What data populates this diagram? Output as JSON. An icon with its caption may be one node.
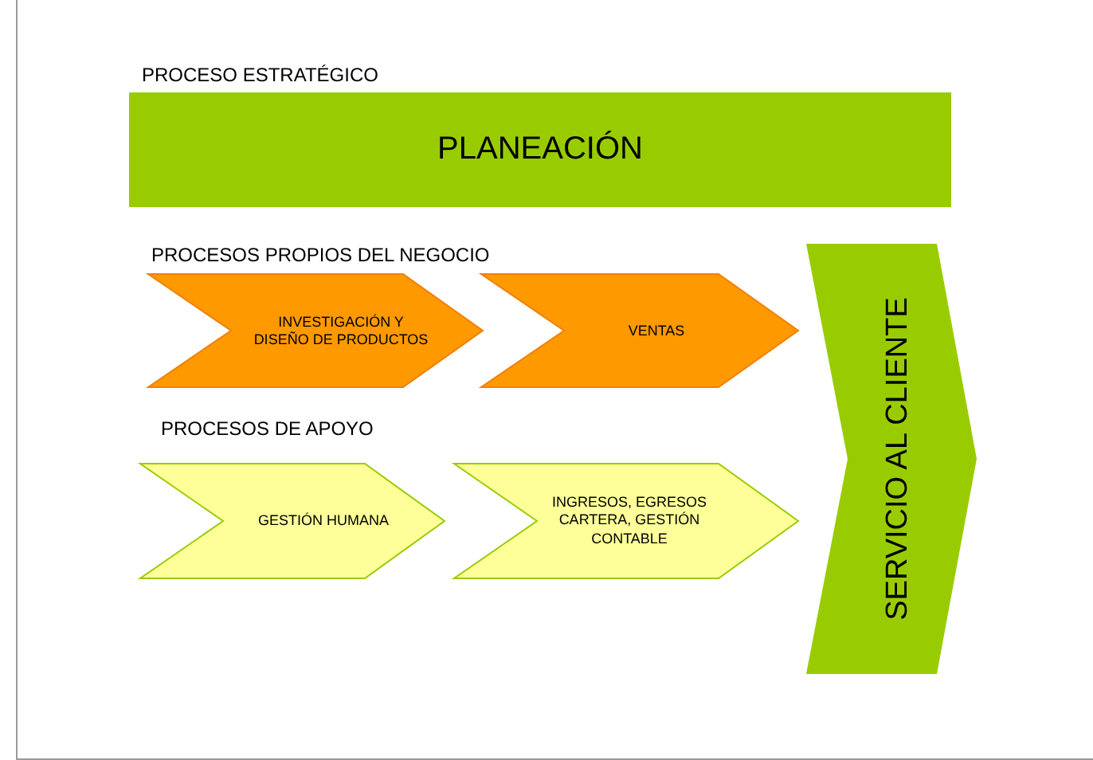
{
  "diagram": {
    "nodes": [
      {
        "text": [
          "PLANEACIÓN"
        ]
      },
      {
        "text": [
          "INVESTIGACIÓN Y DISEÑO DE PRODUCTOS"
        ]
      },
      {
        "text": [
          "VENTAS"
        ]
      },
      {
        "text": [
          "GESTIÓN HUMANA"
        ]
      },
      {
        "text": [
          "INGRESOS, EGRESOS CARTERA, GESTIÓN CONTABLE"
        ]
      },
      {
        "text": [
          "SERVICIO AL CLIENTE"
        ]
      }
    ],
    "edges": [],
    "labels": [
      "PROCESO ESTRATÉGICO",
      "PROCESOS PROPIOS DEL NEGOCIO",
      "PROCESOS DE APOYO"
    ]
  }
}
